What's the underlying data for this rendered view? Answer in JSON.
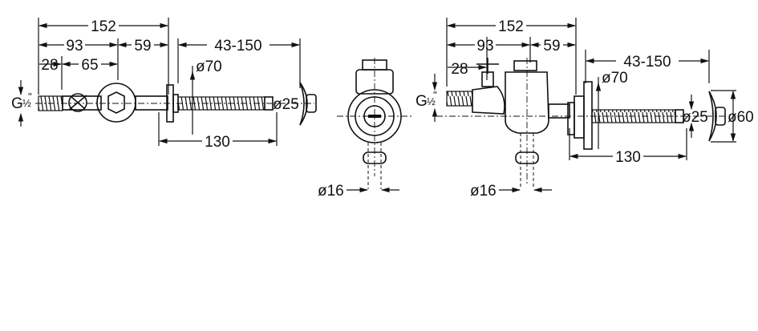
{
  "views": {
    "left": {
      "dims": {
        "total": "152",
        "d93": "93",
        "d59": "59",
        "d28": "28",
        "d65": "65",
        "range": "43-150",
        "dia70": "ø70",
        "dia25": "ø25",
        "d130": "130",
        "thread_g": "G",
        "thread_frac": "½",
        "thread_quote": "\""
      }
    },
    "middle": {
      "dims": {
        "dia16": "ø16"
      }
    },
    "right": {
      "dims": {
        "total": "152",
        "d93": "93",
        "d59": "59",
        "d28": "28",
        "range": "43-150",
        "dia70": "ø70",
        "dia25": "ø25",
        "dia60": "ø60",
        "d130": "130",
        "dia16": "ø16",
        "thread_g": "G",
        "thread_frac": "½",
        "thread_quote": "\""
      }
    }
  }
}
